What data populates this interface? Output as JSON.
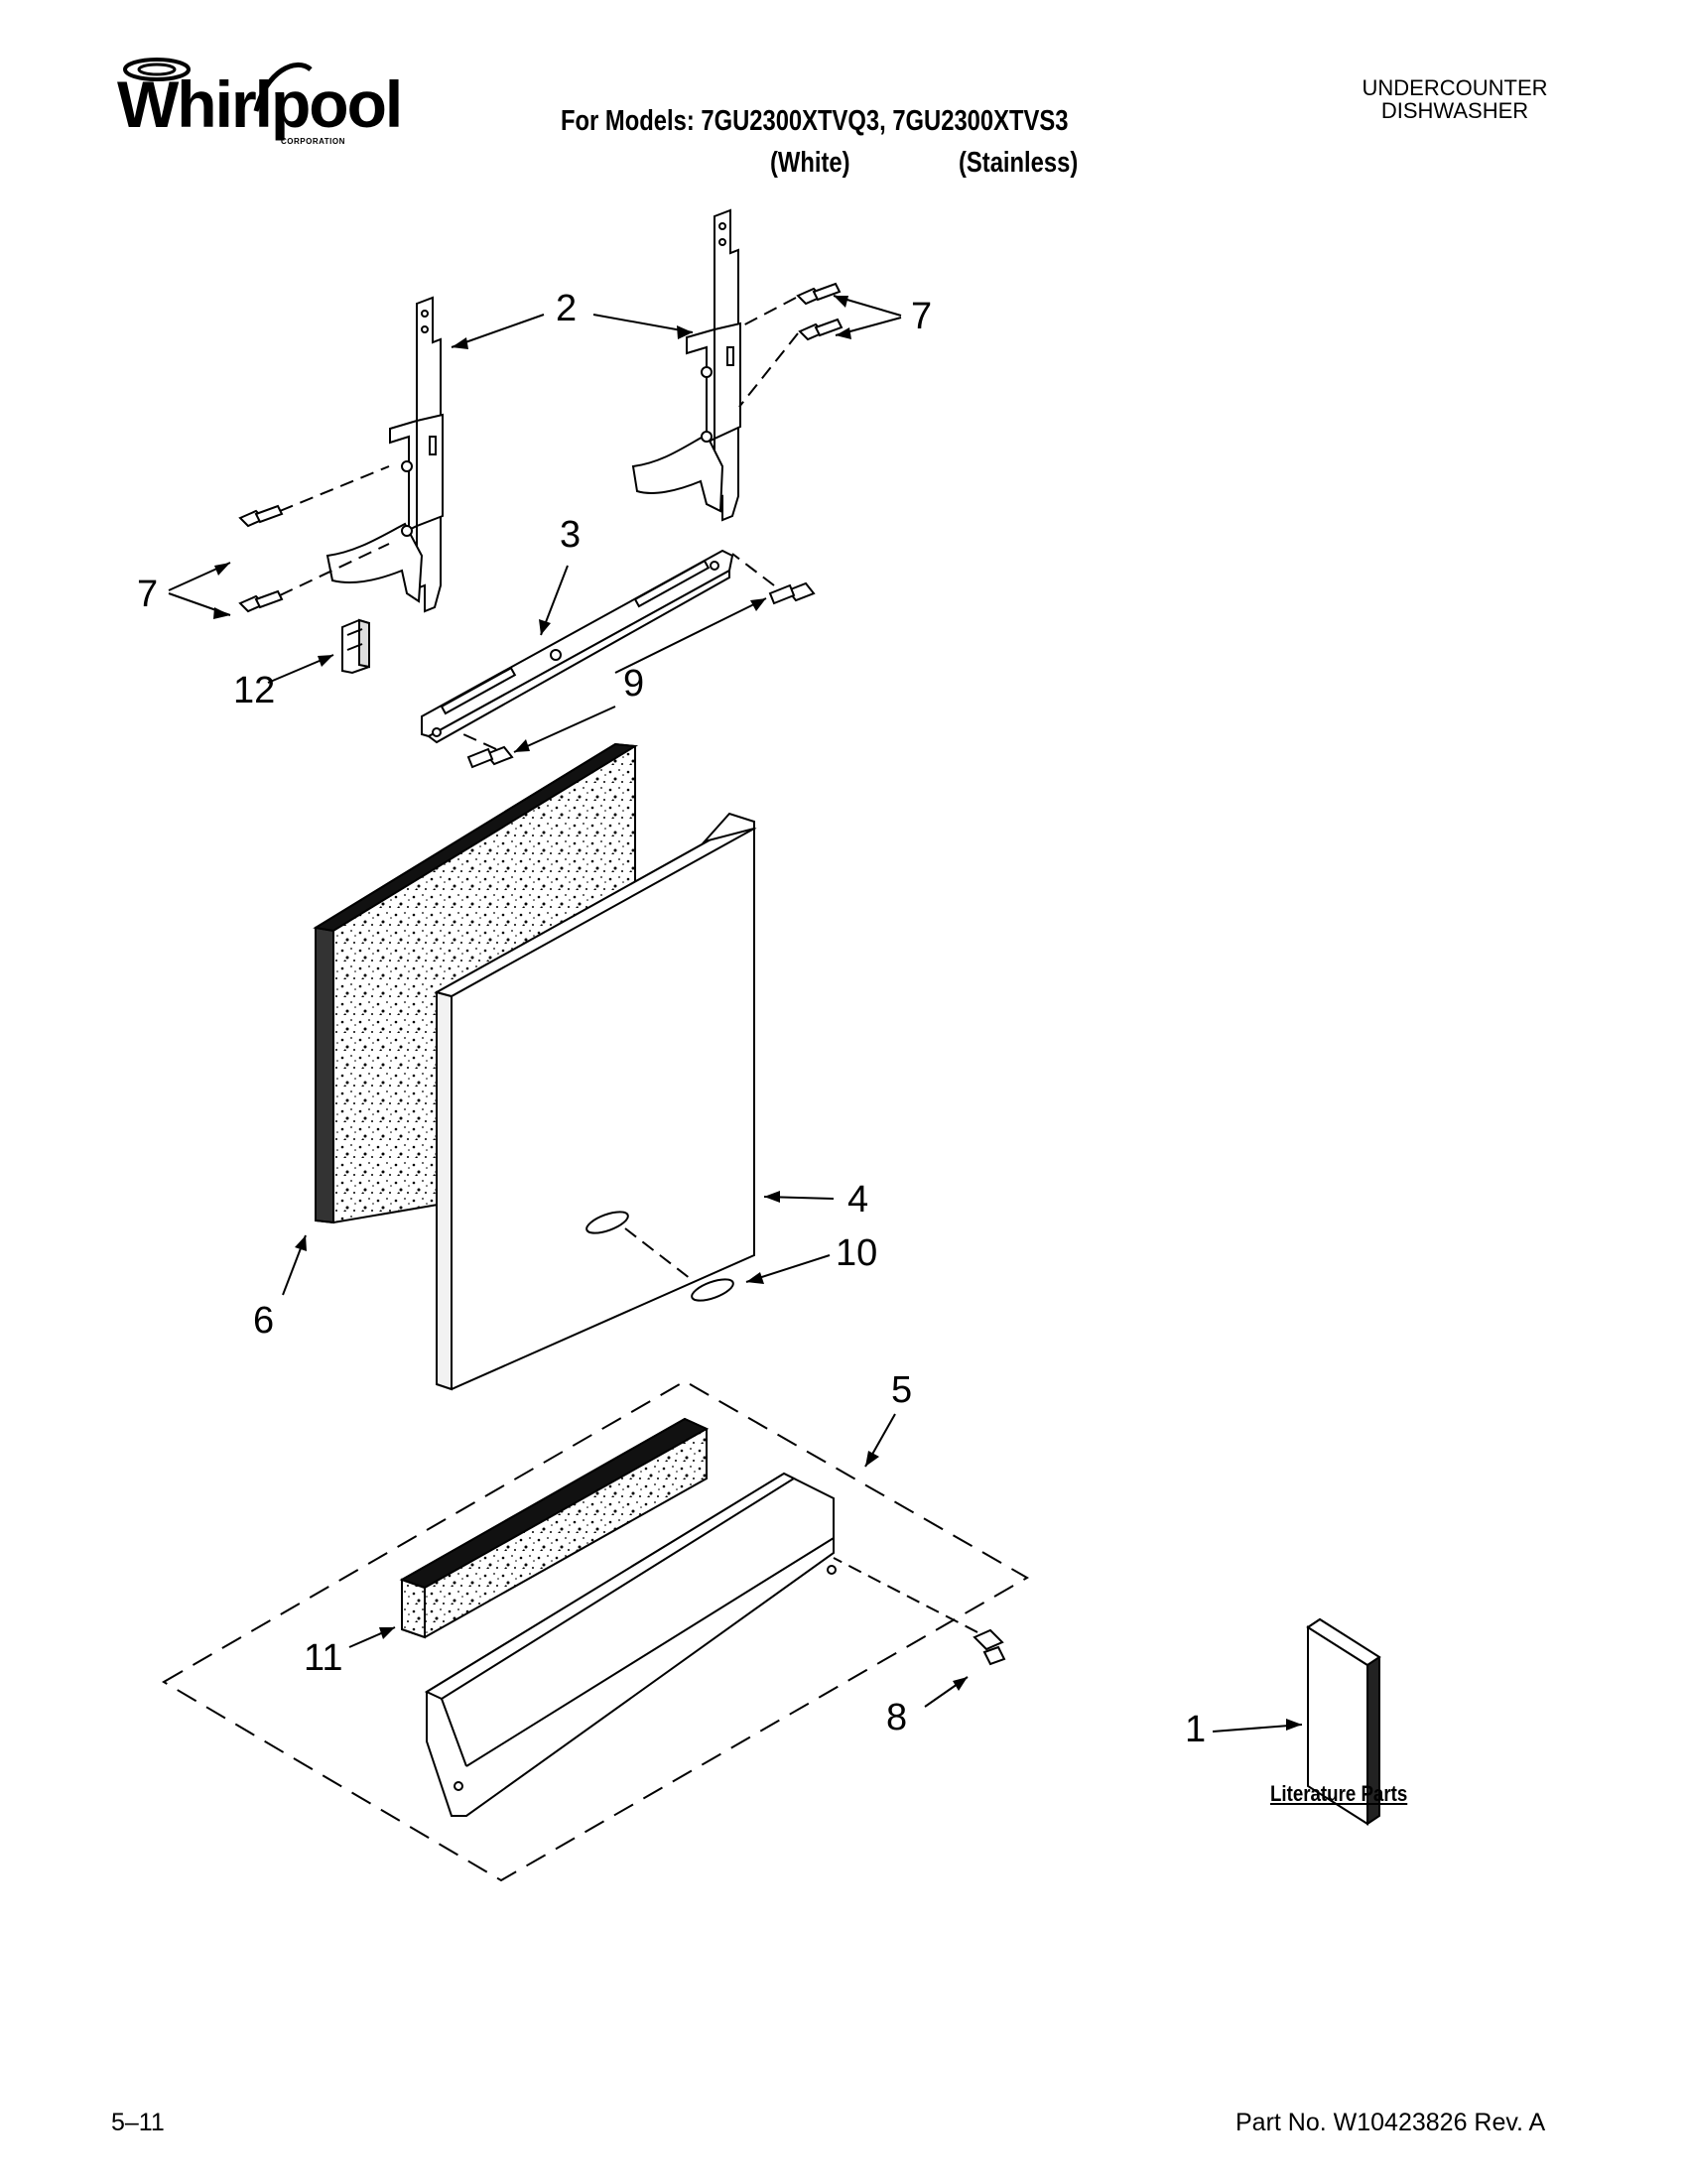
{
  "brand": {
    "name": "Whirlpool",
    "corporation": "CORPORATION"
  },
  "header": {
    "models_line": "For Models: 7GU2300XTVQ3, 7GU2300XTVS3",
    "variant_white": "(White)",
    "variant_stainless": "(Stainless)",
    "category_line1": "UNDERCOUNTER",
    "category_line2": "DISHWASHER"
  },
  "callouts": [
    "1",
    "2",
    "3",
    "4",
    "5",
    "6",
    "7",
    "7",
    "8",
    "9",
    "10",
    "11",
    "12"
  ],
  "literature_label": "Literature Parts",
  "footer": {
    "date_code": "5–11",
    "part_number": "Part No. W10423826 Rev. A"
  }
}
